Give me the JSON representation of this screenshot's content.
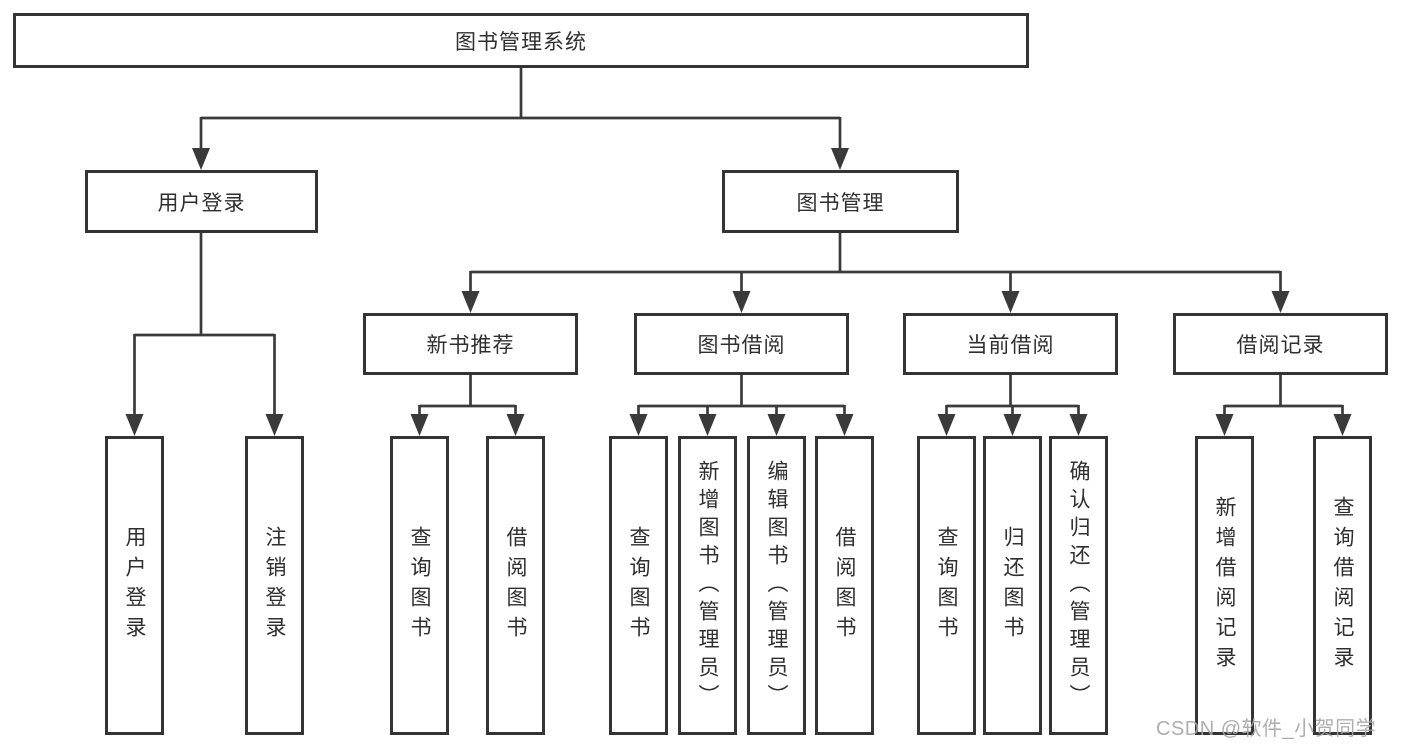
{
  "nodes": {
    "root": "图书管理系统",
    "user_login": "用户登录",
    "book_mgmt": "图书管理",
    "new_book_rec": "新书推荐",
    "book_borrow": "图书借阅",
    "current_borrow": "当前借阅",
    "borrow_records": "借阅记录",
    "leaf_user_login": "用户登录",
    "leaf_logout": "注销登录",
    "leaf_query_book_rec": "查询图书",
    "leaf_borrow_book_rec": "借阅图书",
    "leaf_query_book_borrow": "查询图书",
    "leaf_add_book": "新增图书（管理员）",
    "leaf_edit_book": "编辑图书（管理员）",
    "leaf_borrow_book_borrow": "借阅图书",
    "leaf_query_book_current": "查询图书",
    "leaf_return_book": "归还图书",
    "leaf_confirm_return": "确认归还（管理员）",
    "leaf_add_borrow_record": "新增借阅记录",
    "leaf_query_borrow_record": "查询借阅记录"
  },
  "hierarchy": {
    "图书管理系统": {
      "用户登录": [
        "用户登录",
        "注销登录"
      ],
      "图书管理": {
        "新书推荐": [
          "查询图书",
          "借阅图书"
        ],
        "图书借阅": [
          "查询图书",
          "新增图书（管理员）",
          "编辑图书（管理员）",
          "借阅图书"
        ],
        "当前借阅": [
          "查询图书",
          "归还图书",
          "确认归还（管理员）"
        ],
        "借阅记录": [
          "新增借阅记录",
          "查询借阅记录"
        ]
      }
    }
  },
  "watermark": "CSDN @软件_小贺同学",
  "colors": {
    "line": "#3a3a3a",
    "box_border": "#343434",
    "box_background": "#ffffff",
    "text": "#2f2f2f",
    "watermark": "#a5a5a5",
    "page_background": "#ffffff"
  }
}
